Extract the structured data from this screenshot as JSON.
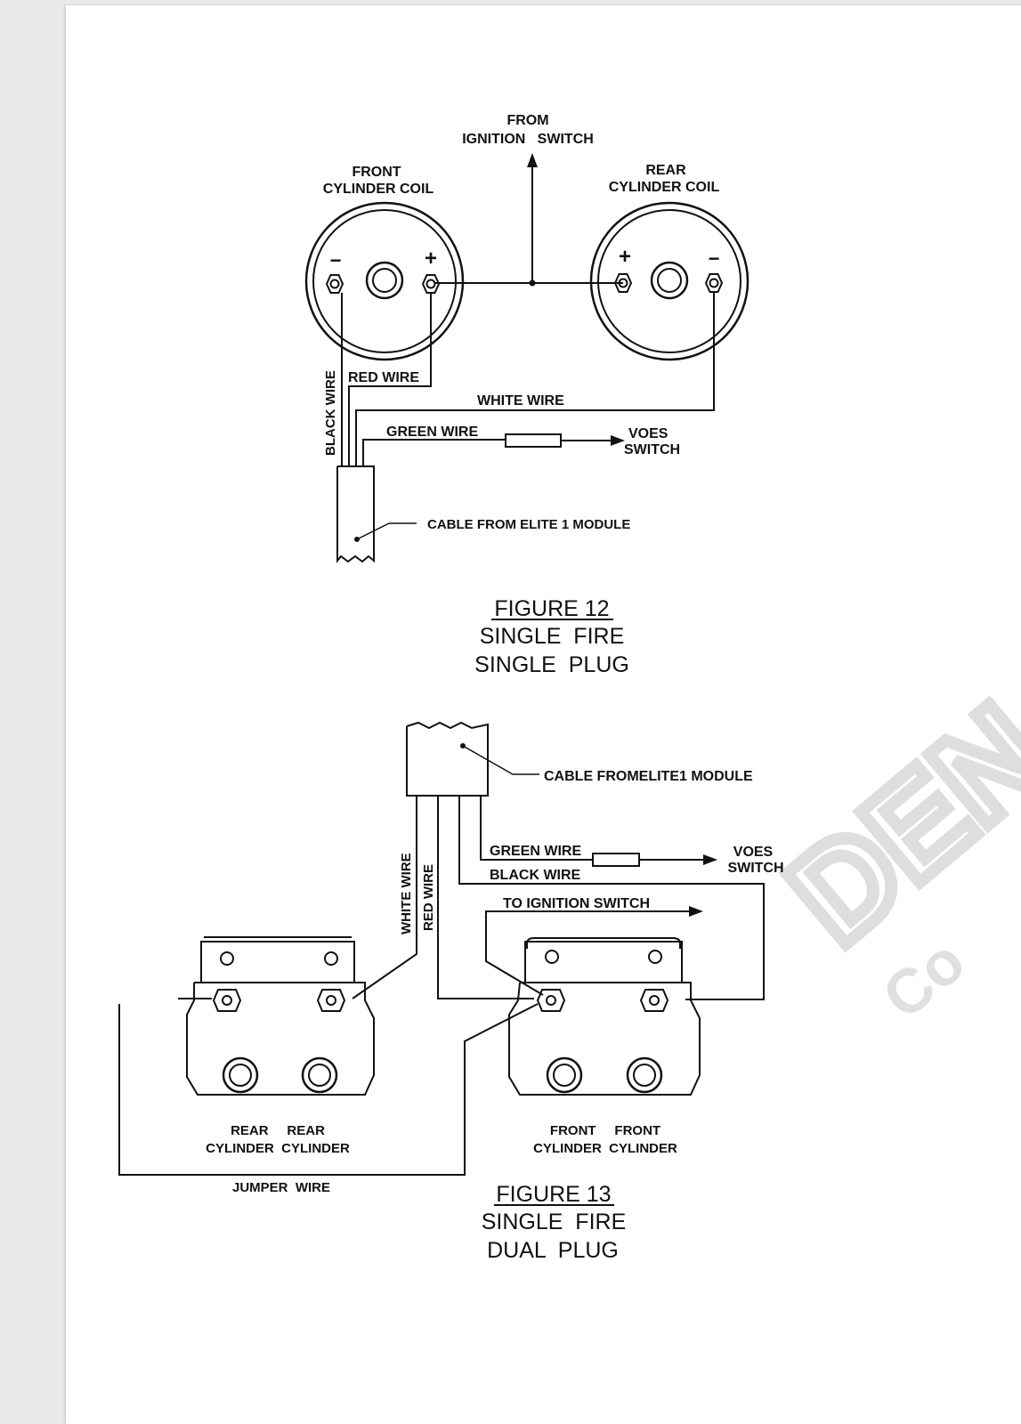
{
  "fig12": {
    "from_ignition_line1": "FROM",
    "from_ignition_line2": "IGNITION   SWITCH",
    "front_coil_line1": "FRONT",
    "front_coil_line2": "CYLINDER COIL",
    "rear_coil_line1": "REAR",
    "rear_coil_line2": "CYLINDER COIL",
    "minus": "−",
    "plus": "+",
    "black_wire": "BLACK WIRE",
    "red_wire": "RED WIRE",
    "white_wire": "WHITE WIRE",
    "green_wire": "GREEN WIRE",
    "voes_line1": "VOES",
    "voes_line2": "SWITCH",
    "cable": "CABLE FROM ELITE 1 MODULE",
    "caption_title": "FIGURE 12",
    "caption_line1": "SINGLE  FIRE",
    "caption_line2": "SINGLE  PLUG"
  },
  "fig13": {
    "cable": "CABLE FROMELITE1 MODULE",
    "green_wire": "GREEN WIRE",
    "black_wire": "BLACK WIRE",
    "white_wire": "WHITE WIRE",
    "red_wire": "RED WIRE",
    "voes_line1": "VOES",
    "voes_line2": "SWITCH",
    "to_ignition": "TO IGNITION SWITCH",
    "rear_label_line1": "REAR     REAR",
    "rear_label_line2": "CYLINDER  CYLINDER",
    "front_label_line1": "FRONT     FRONT",
    "front_label_line2": "CYLINDER  CYLINDER",
    "jumper_wire": "JUMPER  WIRE",
    "caption_title": "FIGURE 13",
    "caption_line1": "SINGLE  FIRE",
    "caption_line2": "DUAL  PLUG"
  },
  "watermark": {
    "big": "DEN",
    "small": "Co"
  }
}
